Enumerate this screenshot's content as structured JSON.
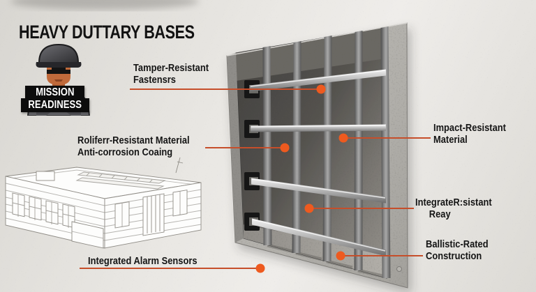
{
  "title": "HEAVY DUTTARY BASES",
  "emblem": {
    "icon": "soldier-icon",
    "badge_top": "MISSION",
    "badge_bottom": "READINESS"
  },
  "colors": {
    "accent_line": "#c64e2a",
    "accent_dot": "#ee5a1f",
    "text": "#151515",
    "paper": "#e7e5e1"
  },
  "callouts": [
    {
      "id": "tamper-resistant-fasteners",
      "lines": [
        "Tamper-Resistant",
        "Fastensrs"
      ]
    },
    {
      "id": "corrosion-resistant-material",
      "lines": [
        "Roliferr-Resistant Material",
        "Anti-corrosion Coaing"
      ]
    },
    {
      "id": "impact-resistant-material",
      "lines": [
        "Impact-Resistant",
        "Material"
      ]
    },
    {
      "id": "integrated-resistant-relay",
      "lines": [
        "IntegrateR:sistant",
        "Reay"
      ]
    },
    {
      "id": "ballistic-rated-construction",
      "lines": [
        "Ballistic-Rated",
        "Construction"
      ]
    },
    {
      "id": "integrated-alarm-sensors",
      "lines": [
        "Integrated Alarm Sensors"
      ]
    }
  ],
  "illustrations": {
    "window": "barred-window-in-concrete-wall",
    "building": "secure-facility-line-drawing",
    "soldier": "soldier-with-helmet-and-sunglasses"
  }
}
